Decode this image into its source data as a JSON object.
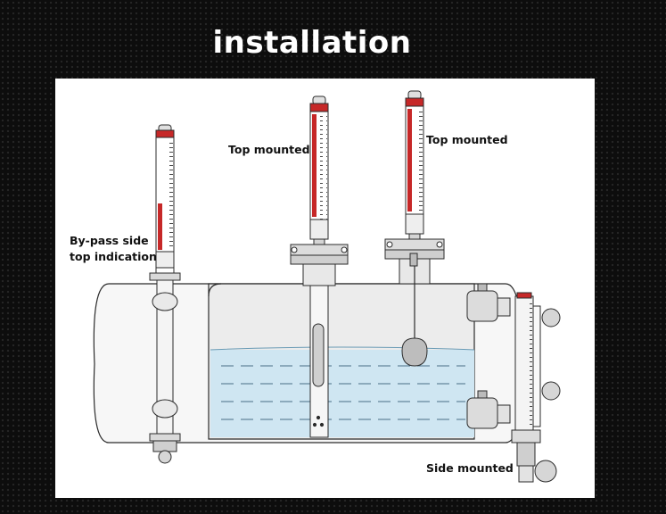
{
  "title": "installation",
  "labels": {
    "bypass": "By-pass side\ntop indication",
    "top_mounted_1": "Top mounted",
    "top_mounted_2": "Top mounted",
    "side_mounted": "Side mounted"
  },
  "colors": {
    "background": "#0d0d0d",
    "panel": "#ffffff",
    "liquid": "#cfe6f2",
    "indicator_red": "#c62828",
    "line": "#2b2b2b"
  }
}
